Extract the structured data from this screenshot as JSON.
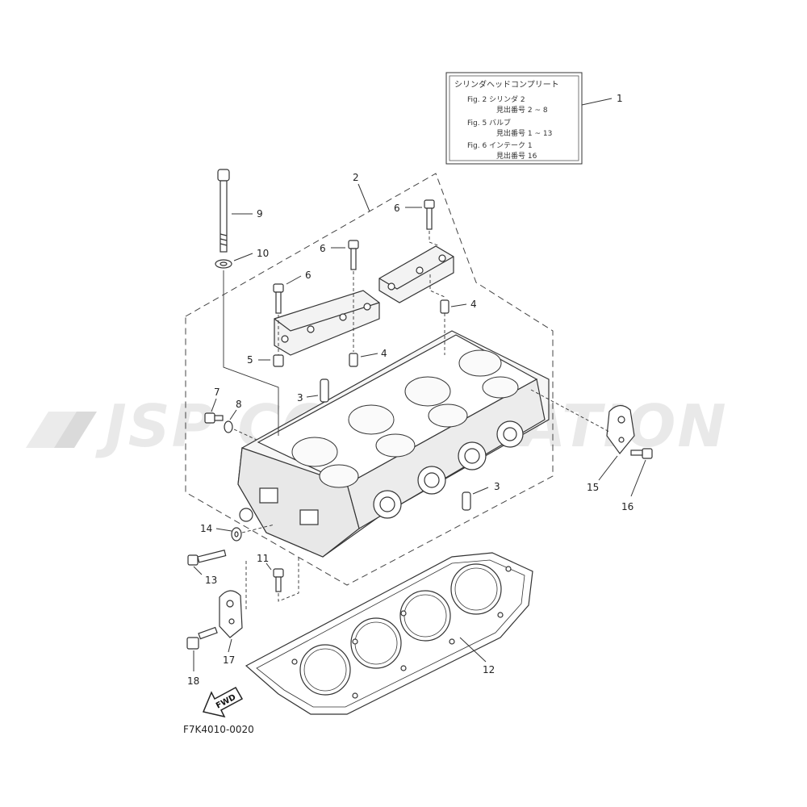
{
  "watermark": "JSP CORPORATION",
  "diagram_code": "F7K4010-0020",
  "fwd_label": "FWD",
  "info_box": {
    "title": "シリンダヘッドコンプリート",
    "lines": [
      "Fig. 2 シリンダ 2",
      "見出番号 2 ~ 8",
      "Fig. 5 バルブ",
      "見出番号 1 ~ 13",
      "Fig. 6 インテーク 1",
      "見出番号 16"
    ]
  },
  "callouts": {
    "c1": "1",
    "c2": "2",
    "c3a": "3",
    "c3b": "3",
    "c4a": "4",
    "c4b": "4",
    "c5": "5",
    "c6a": "6",
    "c6b": "6",
    "c6c": "6",
    "c7": "7",
    "c8": "8",
    "c9": "9",
    "c10": "10",
    "c11": "11",
    "c12": "12",
    "c13": "13",
    "c14": "14",
    "c15": "15",
    "c16": "16",
    "c17": "17",
    "c18": "18"
  }
}
